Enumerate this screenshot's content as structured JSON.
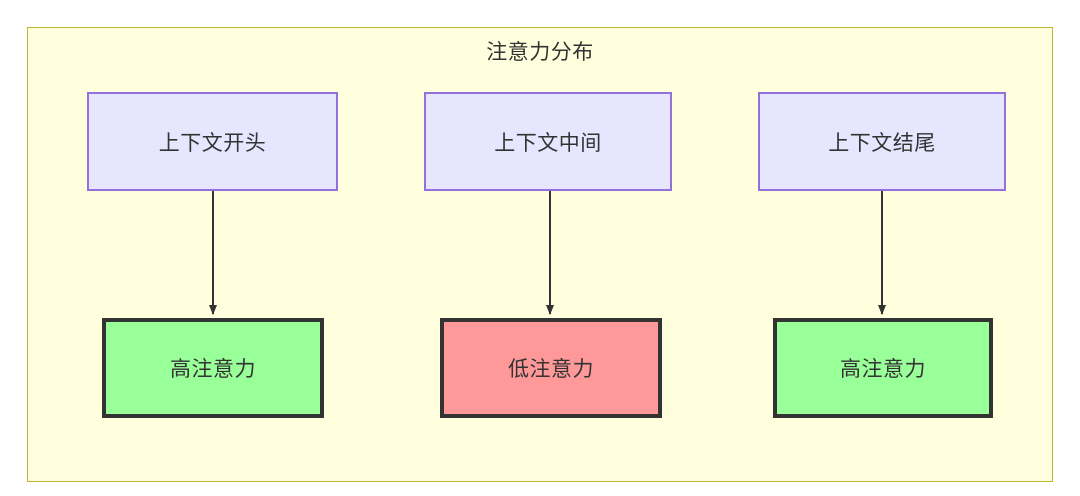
{
  "diagram": {
    "title": "注意力分布",
    "type": "flowchart",
    "nodes": [
      {
        "id": "ctx-start",
        "label": "上下文开头",
        "style": "context",
        "column": 1,
        "row": "top"
      },
      {
        "id": "ctx-middle",
        "label": "上下文中间",
        "style": "context",
        "column": 2,
        "row": "top"
      },
      {
        "id": "ctx-end",
        "label": "上下文结尾",
        "style": "context",
        "column": 3,
        "row": "top"
      },
      {
        "id": "attn-high-1",
        "label": "高注意力",
        "style": "high-attention",
        "column": 1,
        "row": "bottom"
      },
      {
        "id": "attn-low",
        "label": "低注意力",
        "style": "low-attention",
        "column": 2,
        "row": "bottom"
      },
      {
        "id": "attn-high-2",
        "label": "高注意力",
        "style": "high-attention",
        "column": 3,
        "row": "bottom"
      }
    ],
    "edges": [
      {
        "from": "ctx-start",
        "to": "attn-high-1",
        "arrow": "down"
      },
      {
        "from": "ctx-middle",
        "to": "attn-low",
        "arrow": "down"
      },
      {
        "from": "ctx-end",
        "to": "attn-high-2",
        "arrow": "down"
      }
    ],
    "colors": {
      "cluster_fill": "#ffffde",
      "cluster_border": "#bfb733",
      "context_fill": "#e6e6ff",
      "context_border": "#9370db",
      "high_attention_fill": "#99ff99",
      "low_attention_fill": "#ff9999",
      "node_border_dark": "#333333",
      "edge": "#333333",
      "text": "#333333"
    }
  }
}
